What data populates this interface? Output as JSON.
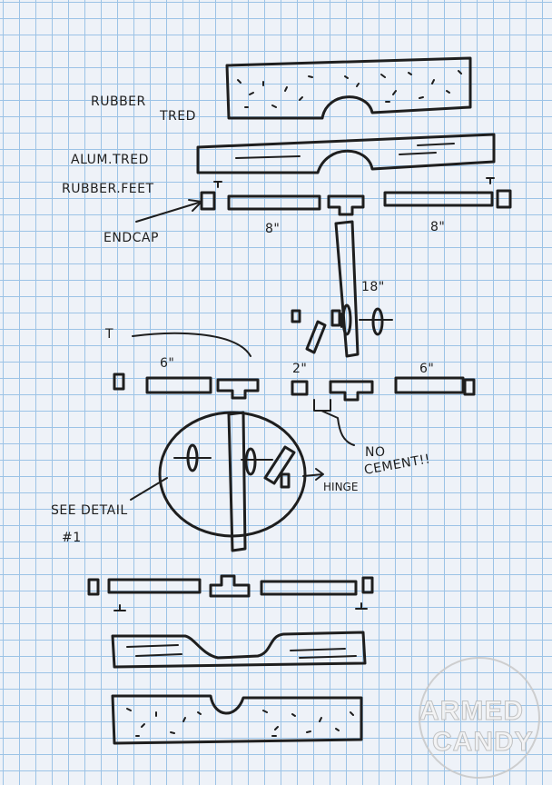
{
  "sheet": {
    "paper": "graph-paper",
    "ink_color": "#1e1e1e",
    "grid_color": "#9cc3e6"
  },
  "labels": {
    "rubber_tred_1": "RUBBER",
    "rubber_tred_2": "TRED",
    "alum_tred": "ALUM.TRED",
    "rubber_feet": "RUBBER.FEET",
    "endcap": "ENDCAP",
    "len_8_left": "8\"",
    "len_8_right": "8\"",
    "len_18": "18\"",
    "t_label": "T",
    "len_6_left": "6\"",
    "len_2": "2\"",
    "len_6_right": "6\"",
    "no_cement_1": "NO",
    "no_cement_2": "CEMENT!!",
    "hinge": "HINGE",
    "see_detail_1": "SEE DETAIL",
    "see_detail_2": "#1"
  },
  "watermark": {
    "line1": "ARMED",
    "line2": "CANDY"
  }
}
